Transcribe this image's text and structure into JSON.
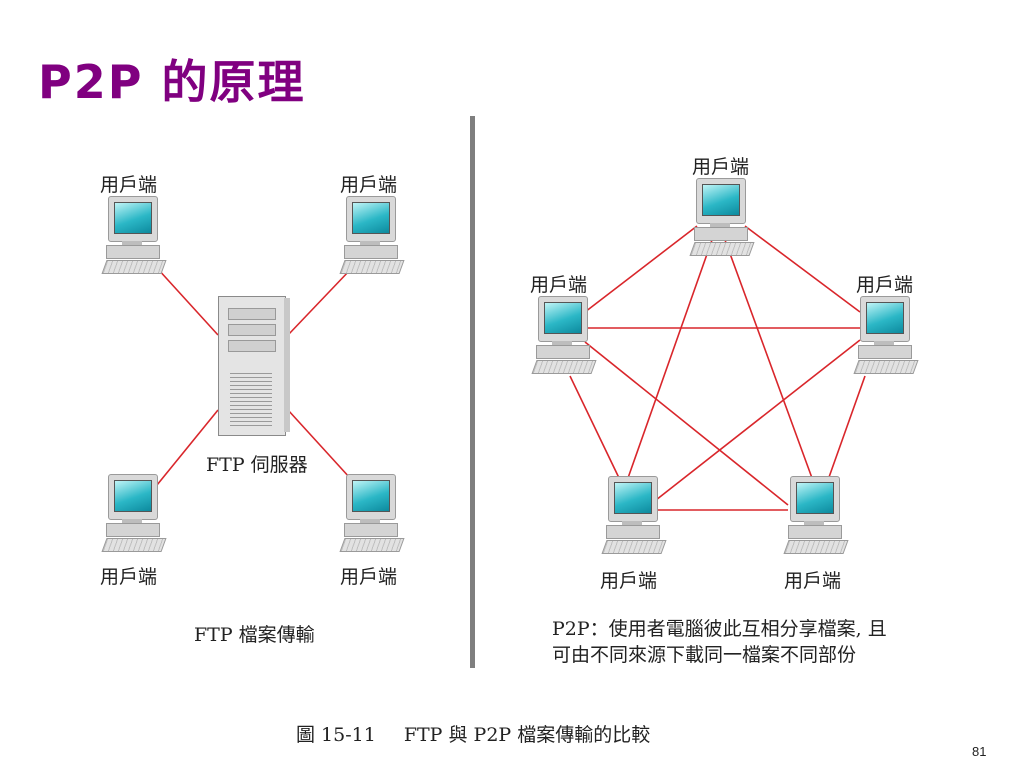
{
  "title": "P2P 的原理",
  "ftp": {
    "client_label": "用戶端",
    "server_label": "FTP 伺服器",
    "caption": "FTP 檔案傳輸"
  },
  "p2p": {
    "peer_label": "用戶端",
    "description_line1": "P2P：使用者電腦彼此互相分享檔案, 且",
    "description_line2": "可由不同來源下載同一檔案不同部份"
  },
  "figure": {
    "number": "圖 15-11",
    "caption": "FTP 與 P2P 檔案傳輸的比較"
  },
  "page_number": "81",
  "colors": {
    "title": "#800080",
    "link": "#d9262b",
    "divider": "#7f7f7f",
    "screen": "#2bb7c6"
  }
}
